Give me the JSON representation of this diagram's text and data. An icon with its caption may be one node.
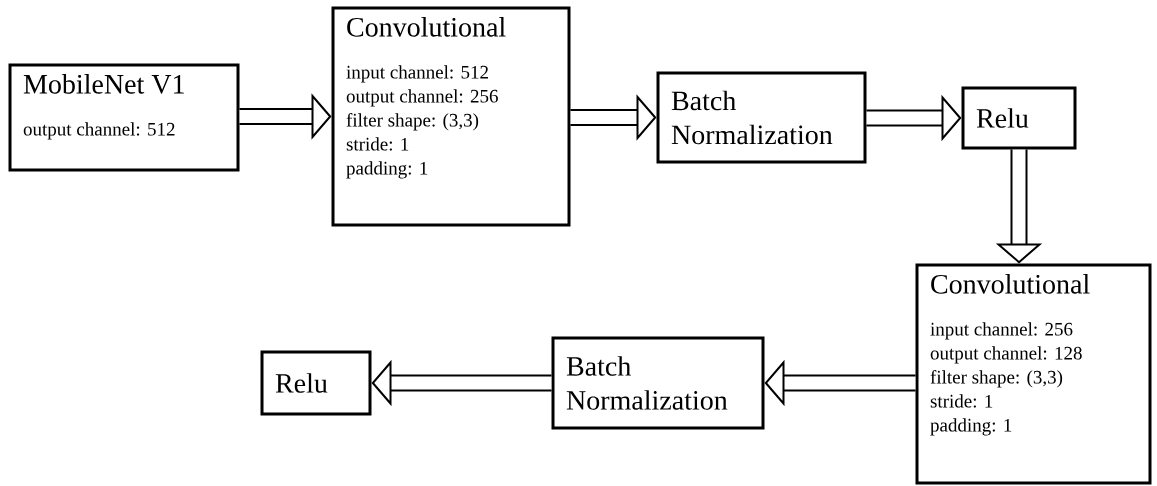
{
  "diagram": {
    "nodes": [
      {
        "text": [
          "MobileNet V1",
          "output channel: 512"
        ]
      },
      {
        "text": [
          "Convolutional",
          "input channel: 512",
          "output channel: 256",
          "filter shape: (3,3)",
          "stride: 1",
          "padding: 1"
        ]
      },
      {
        "text": [
          "Batch Normalization"
        ]
      },
      {
        "text": [
          "Relu"
        ]
      },
      {
        "text": [
          "Convolutional",
          "input channel: 256",
          "output channel: 128",
          "filter shape: (3,3)",
          "stride: 1",
          "padding: 1"
        ]
      },
      {
        "text": [
          "Batch Normalization"
        ]
      },
      {
        "text": [
          "Relu"
        ]
      }
    ],
    "edges": [
      {
        "from": 0,
        "to": 1,
        "arrow": "to"
      },
      {
        "from": 1,
        "to": 2,
        "arrow": "to"
      },
      {
        "from": 2,
        "to": 3,
        "arrow": "to"
      },
      {
        "from": 3,
        "to": 4,
        "arrow": "to"
      },
      {
        "from": 4,
        "to": 5,
        "arrow": "to"
      },
      {
        "from": 5,
        "to": 6,
        "arrow": "to"
      }
    ]
  }
}
